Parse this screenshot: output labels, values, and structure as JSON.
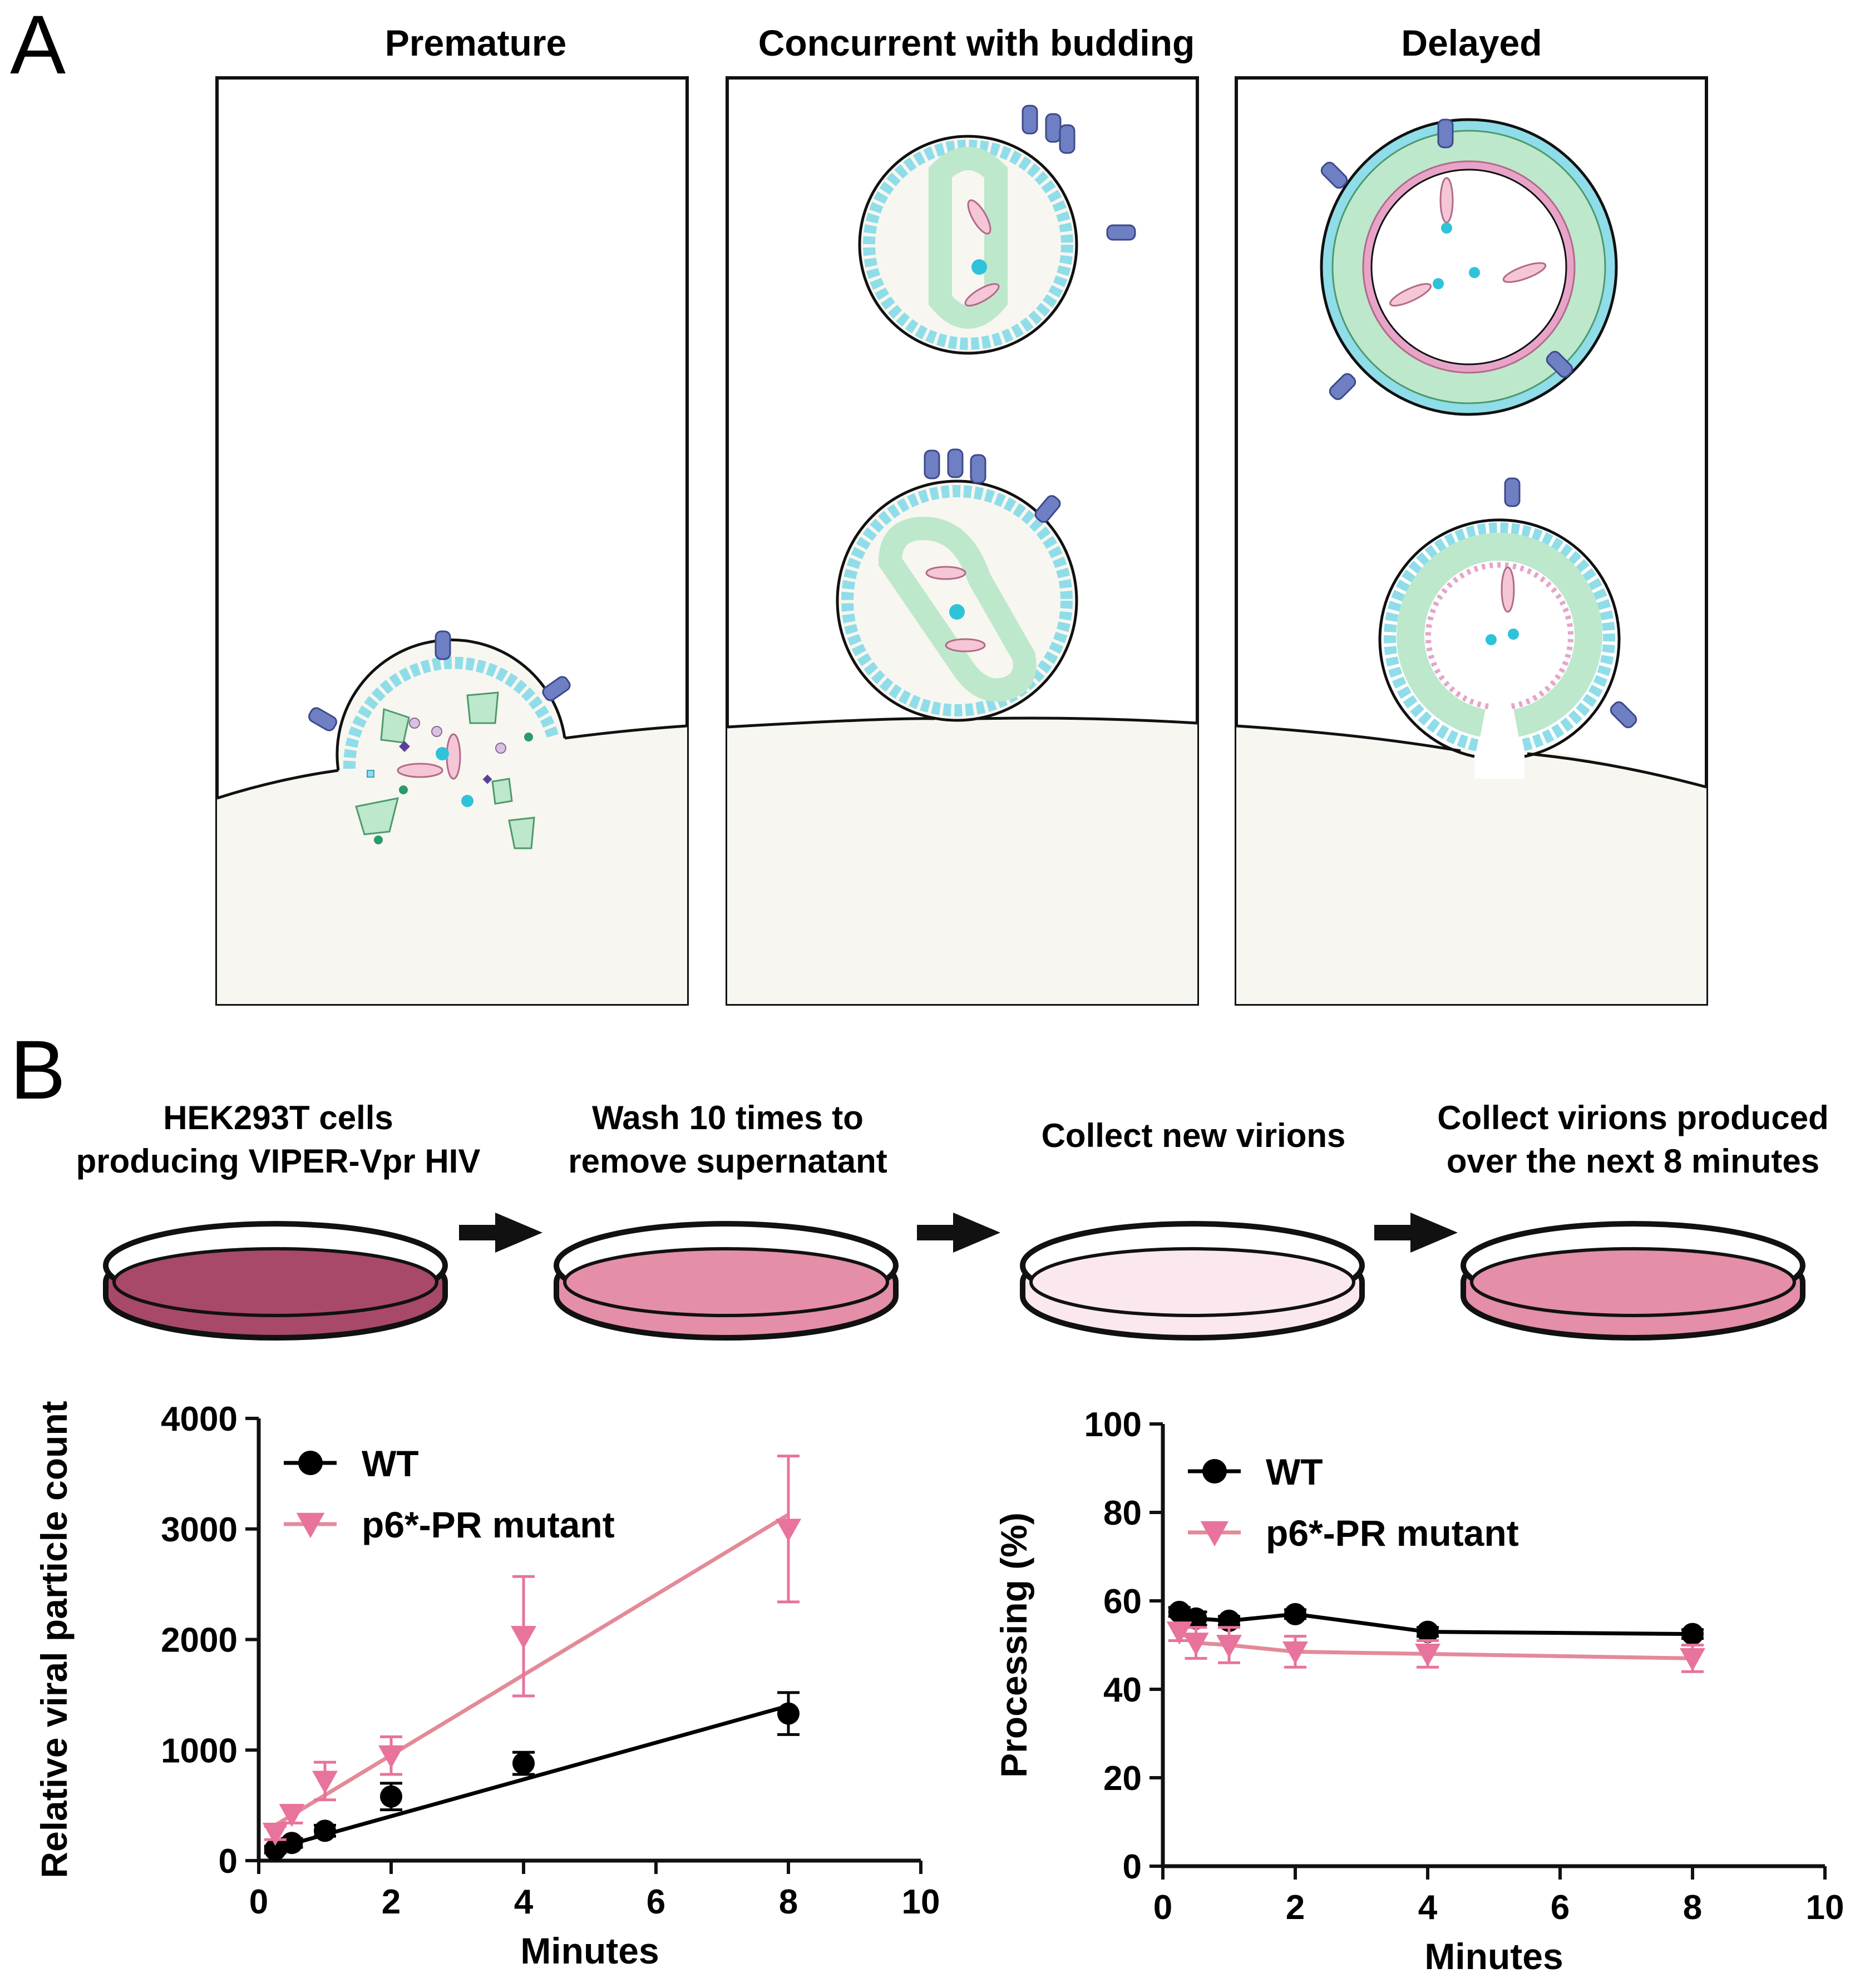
{
  "panel_a": {
    "letter": "A",
    "titles": [
      "Premature",
      "Concurrent with budding",
      "Delayed"
    ]
  },
  "panel_b": {
    "letter": "B",
    "steps": [
      {
        "line1": "HEK293T cells",
        "line2": "producing VIPER-Vpr HIV",
        "dish_color": "#a8496a"
      },
      {
        "line1": "Wash 10 times to",
        "line2": "remove supernatant",
        "dish_color": "#e48ea8"
      },
      {
        "line1": "Collect new virions",
        "line2": "",
        "dish_color": "#fbe8ee"
      },
      {
        "line1": "Collect virions produced",
        "line2": "over the next 8 minutes",
        "dish_color": "#e48ea8"
      }
    ]
  },
  "colors": {
    "wt": "#000000",
    "mutant": "#e8739c",
    "mutant_fit": "#e38a99",
    "membrane": "#8fdde8",
    "lattice": "#bde8cc",
    "envelope": "#6f7fc4",
    "cytoplasm": "#f8f6f0"
  },
  "chart_data": [
    {
      "type": "scatter",
      "xlabel": "Minutes",
      "ylabel": "Relative viral particle count",
      "xlim": [
        0,
        10
      ],
      "ylim": [
        0,
        4000
      ],
      "xticks": [
        0,
        2,
        4,
        6,
        8,
        10
      ],
      "yticks": [
        0,
        1000,
        2000,
        3000,
        4000
      ],
      "legend": "top-left",
      "series": [
        {
          "name": "WT",
          "marker": "circle",
          "x": [
            0.25,
            0.5,
            1,
            2,
            4,
            8
          ],
          "y": [
            100,
            160,
            270,
            580,
            880,
            1330
          ],
          "err": [
            30,
            40,
            50,
            120,
            100,
            190
          ],
          "fit": [
            [
              0.25,
              110
            ],
            [
              8,
              1400
            ]
          ]
        },
        {
          "name": "p6*-PR mutant",
          "marker": "triangle-down",
          "x": [
            0.25,
            0.5,
            1,
            2,
            4,
            8
          ],
          "y": [
            250,
            420,
            720,
            950,
            2030,
            3000
          ],
          "err": [
            60,
            80,
            170,
            170,
            540,
            660
          ],
          "fit": [
            [
              0.25,
              320
            ],
            [
              8,
              3130
            ]
          ]
        }
      ]
    },
    {
      "type": "line",
      "xlabel": "Minutes",
      "ylabel": "Processing (%)",
      "xlim": [
        0,
        10
      ],
      "ylim": [
        0,
        100
      ],
      "xticks": [
        0,
        2,
        4,
        6,
        8,
        10
      ],
      "yticks": [
        0,
        20,
        40,
        60,
        80,
        100
      ],
      "legend": "top-left",
      "series": [
        {
          "name": "WT",
          "marker": "circle",
          "x": [
            0.25,
            0.5,
            1,
            2,
            4,
            8
          ],
          "y": [
            57.5,
            56,
            55.5,
            57,
            53,
            52.5
          ],
          "err": [
            1,
            1.5,
            1,
            1,
            1,
            1
          ]
        },
        {
          "name": "p6*-PR mutant",
          "marker": "triangle-down",
          "x": [
            0.25,
            0.5,
            1,
            2,
            4,
            8
          ],
          "y": [
            53,
            50.5,
            50,
            48.5,
            48,
            47
          ],
          "err": [
            2,
            3.5,
            4,
            3.5,
            3,
            3
          ]
        }
      ]
    }
  ]
}
